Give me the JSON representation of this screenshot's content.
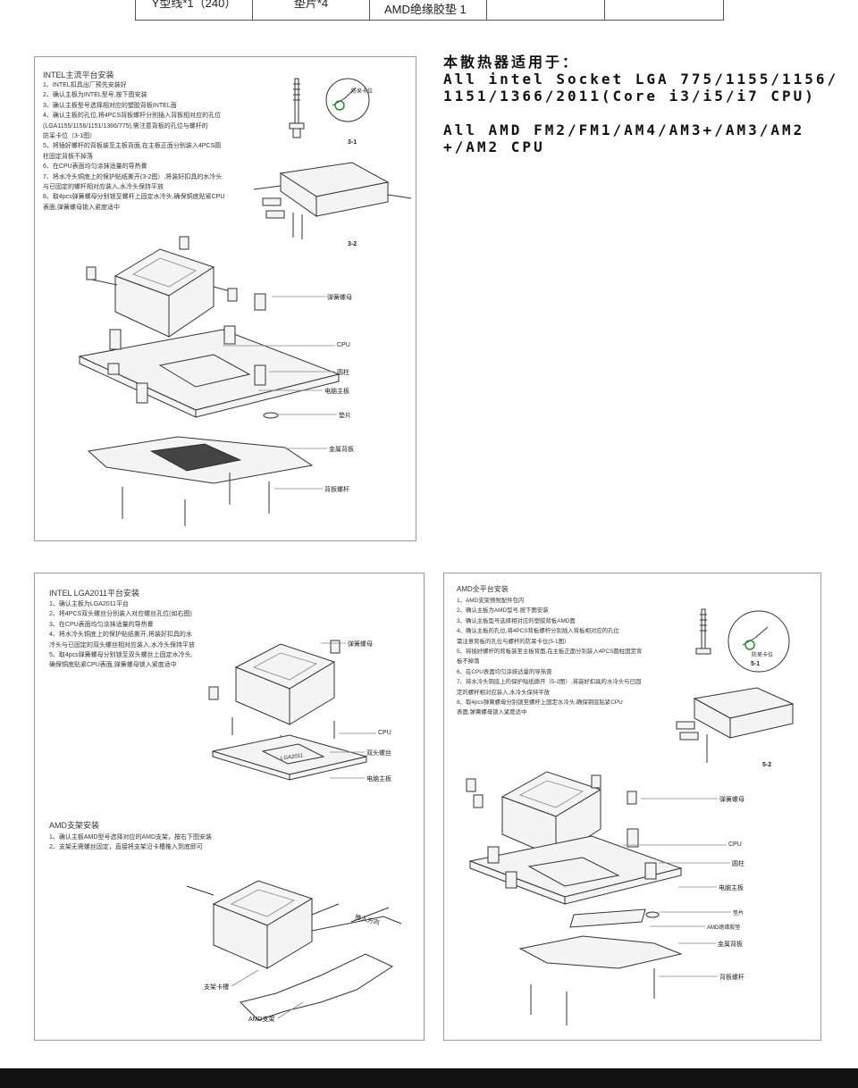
{
  "top_table": {
    "cells": [
      "Y型线*1（240）",
      "垫片*4",
      "AMD绝缘胶垫 1",
      "",
      ""
    ]
  },
  "compat": {
    "line1": "本散热器适用于：",
    "line2": "All intel Socket LGA  775/1155/1156/",
    "line3": "1151/1366/2011(Core i3/i5/i7 CPU)",
    "line4": "All AMD FM2/FM1/AM4/AM3+/AM3/AM2",
    "line5": "+/AM2 CPU"
  },
  "intel_main": {
    "title": "INTEL主流平台安装",
    "steps": [
      "1、INTEL扣具出厂预先安装好",
      "2、确认主板为INTEL型号,按下图安装",
      "3、确认主板型号选择相对应的塑胶背板INTEL面",
      "4、确认主板的孔位,将4PCS背板螺杆分别插入背板相对应的孔位",
      "   (LGA1155/1156/1151/1366/775),需注意背板的孔位与螺杆的",
      "   防呆卡位（3-1图）",
      "5、将插好螺杆的背板装至主板背面,在主板正面分别装入4PCS圆",
      "   柱固定背板不掉落",
      "6、在CPU表面均匀涂抹适量的导热膏",
      "7、将水冷头铜底上的保护贴纸撕开(3-2图）,将装好扣具的水冷头",
      "   与已固定的螺杆相对应装入,水冷头保持平放",
      "8、取4pcs弹簧螺母分别锁至螺杆上固定水冷头,确保铜底贴紧CPU",
      "   表面,弹簧螺母锁入紧度适中"
    ],
    "fig1": "3-1",
    "fig2": "3-2",
    "stopper": "防呆卡位",
    "callouts": [
      "弹簧螺母",
      "CPU",
      "圆柱",
      "电脑主板",
      "垫片",
      "金属背板",
      "背板螺杆"
    ]
  },
  "intel_2011": {
    "title": "INTEL LGA2011平台安装",
    "steps": [
      "1、确认主板为LGA2011平台",
      "2、将4PCS双头螺丝分别装入对应螺丝孔位(如右图)",
      "3、在CPU表面均匀涂抹适量的导热膏",
      "4、将水冷头铜底上的保护贴纸撕开,将装好扣具的水",
      "   冷头与已固定的双头螺丝相对应装入,水冷头保持平放",
      "5、取4pcs弹簧螺母分别锁至双头螺丝上固定水冷头,",
      "   确保铜底贴紧CPU表面,弹簧螺母锁入紧度适中"
    ],
    "chip_label": "LGA2011",
    "callouts": [
      "弹簧螺母",
      "CPU",
      "双头螺丝",
      "电脑主板"
    ]
  },
  "amd_bracket": {
    "title": "AMD支架安装",
    "steps": [
      "1、确认主板AMD型号选择对应的AMD支架，按右下图安装",
      "2、支架无需螺丝固定，直接将支架沿卡槽推入到底即可"
    ],
    "callouts": [
      "推入方向",
      "支架卡槽",
      "AMD支架"
    ]
  },
  "amd_full": {
    "title": "AMD全平台安装",
    "steps": [
      "1、AMD支架预附配件包内",
      "2、确认主板为AMD型号,按下图安装",
      "3、确认主板型号选择相对应的塑胶背板AMD面",
      "4、确认主板的孔位,将4PCS背板螺杆分别插入背板相对应的孔位",
      "   需注意背板的孔位与螺杆的防呆卡位(5-1图）",
      "5、将插好螺杆的背板装至主板背面,在主板正面分别装入4PCS圆柱固定背",
      "   板不掉落",
      "6、在CPU表面均匀涂抹适量的导热膏",
      "7、将水冷头铜底上的保护贴纸撕开（5-2图）,将装好扣具的水冷头与已固",
      "   定的螺杆相对应装入,水冷头保持平放",
      "8、取4pcs弹簧螺母分别锁至螺杆上固定水冷头,确保铜底贴紧CPU",
      "   表面,弹簧螺母锁入紧度适中"
    ],
    "fig1": "5-1",
    "fig2": "5-2",
    "stopper": "防呆卡位",
    "callouts": [
      "弹簧螺母",
      "CPU",
      "圆柱",
      "电脑主板",
      "垫片",
      "AMD绝缘胶垫",
      "金属背板",
      "背板螺杆"
    ]
  }
}
